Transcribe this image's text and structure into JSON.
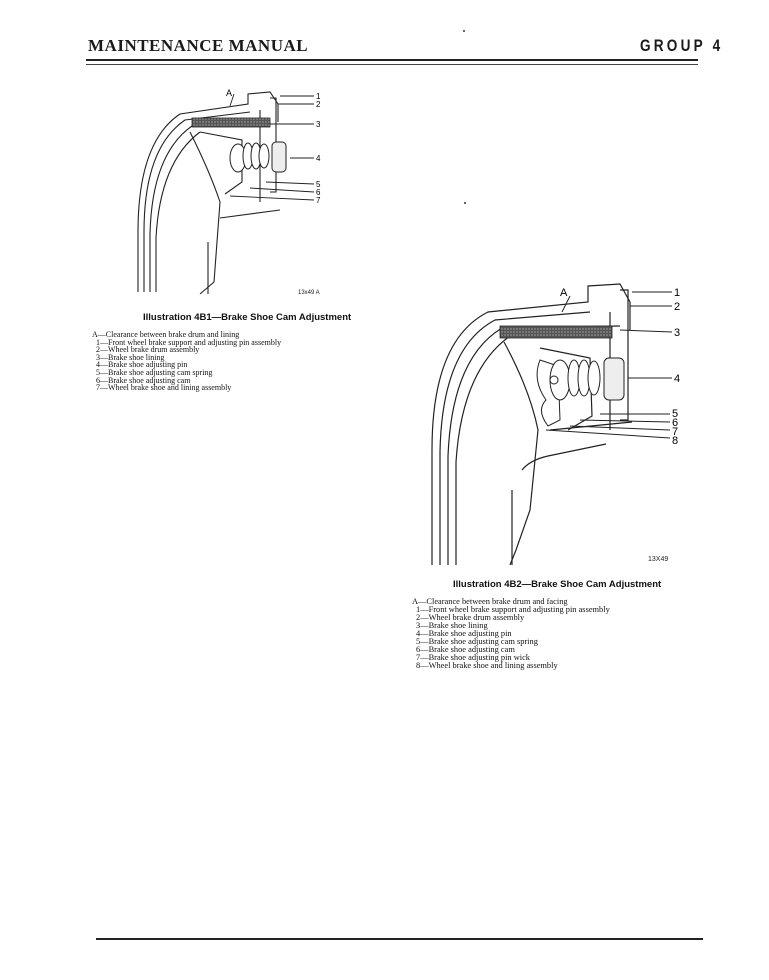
{
  "header": {
    "title": "MAINTENANCE MANUAL",
    "group": "GROUP 4"
  },
  "figure1": {
    "code": "13x49 A",
    "caption": "Illustration 4B1—Brake Shoe Cam Adjustment",
    "callouts": [
      "A",
      "1",
      "2",
      "3",
      "4",
      "5",
      "6",
      "7"
    ],
    "legend": [
      "A—Clearance between brake drum and lining",
      "1—Front wheel brake support and adjusting pin assembly",
      "2—Wheel brake drum assembly",
      "3—Brake shoe lining",
      "4—Brake shoe adjusting pin",
      "5—Brake shoe adjusting cam spring",
      "6—Brake shoe adjusting cam",
      "7—Wheel brake shoe and lining assembly"
    ]
  },
  "figure2": {
    "code": "13X49",
    "caption": "Illustration 4B2—Brake Shoe Cam Adjustment",
    "callouts": [
      "A",
      "1",
      "2",
      "3",
      "4",
      "5",
      "6",
      "7",
      "8"
    ],
    "legend": [
      "A—Clearance between brake drum and facing",
      "1—Front wheel brake support and adjusting pin assembly",
      "2—Wheel brake drum assembly",
      "3—Brake shoe lining",
      "4—Brake shoe adjusting pin",
      "5—Brake shoe adjusting cam spring",
      "6—Brake shoe adjusting cam",
      "7—Brake shoe adjusting pin wick",
      "8—Wheel brake shoe and lining assembly"
    ]
  }
}
